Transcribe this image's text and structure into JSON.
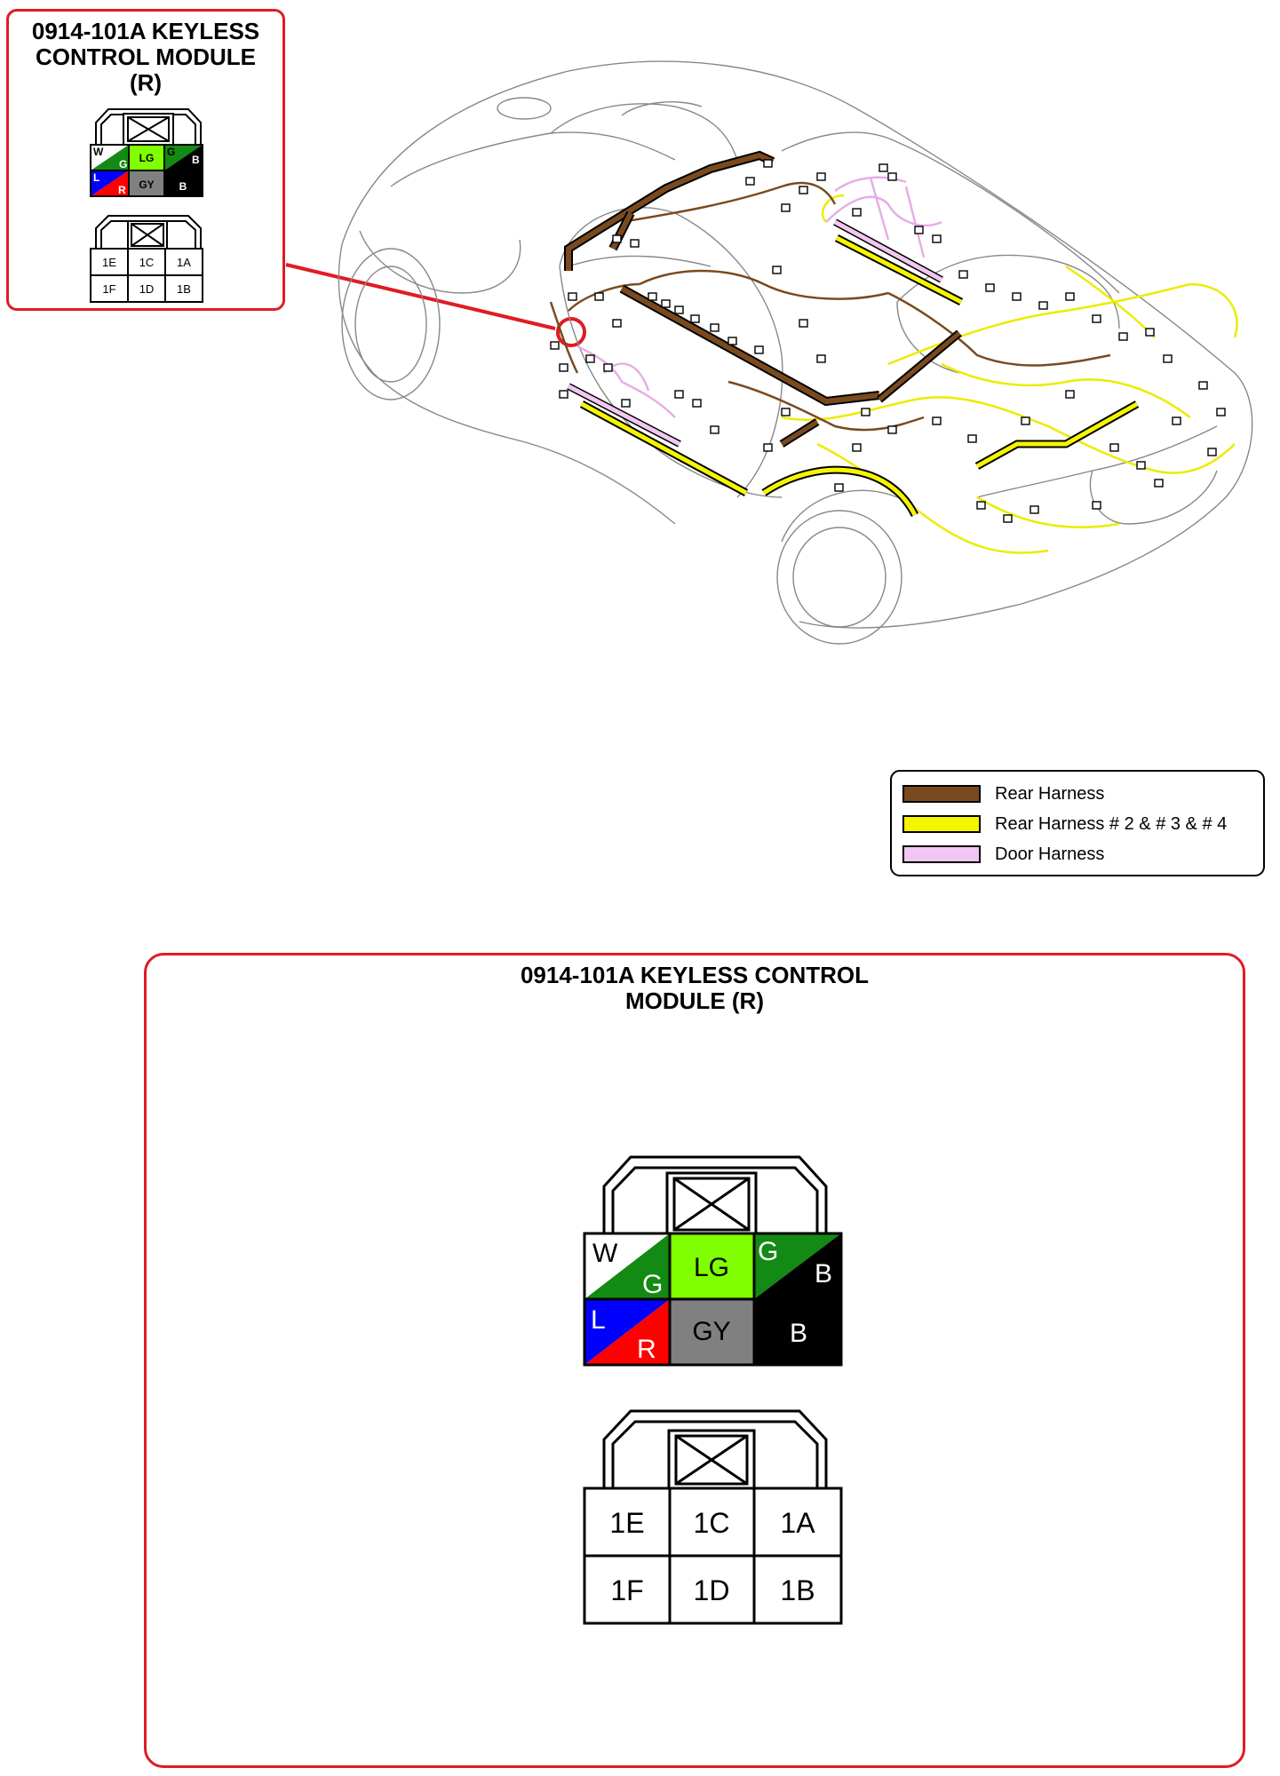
{
  "connector": {
    "title_small": [
      "0914-101A KEYLESS",
      "CONTROL MODULE",
      "(R)"
    ],
    "title_large": [
      "0914-101A KEYLESS CONTROL",
      "MODULE (R)"
    ],
    "wire_colors": {
      "top_left_upper": "W",
      "top_left_lower": "G",
      "top_mid": "LG",
      "top_right_upper": "G",
      "top_right_lower": "B",
      "bot_left_upper": "L",
      "bot_left_lower": "R",
      "bot_mid": "GY",
      "bot_right": "B"
    },
    "pins": {
      "top": [
        "1E",
        "1C",
        "1A"
      ],
      "bottom": [
        "1F",
        "1D",
        "1B"
      ]
    }
  },
  "legend": [
    {
      "label": "Rear Harness",
      "color": "#7a4a1e"
    },
    {
      "label": "Rear Harness # 2 & # 3 & # 4",
      "color": "#f5f500"
    },
    {
      "label": "Door Harness",
      "color": "#f2c6f2"
    }
  ],
  "colors": {
    "accent_red": "#e01b24",
    "white": "#ffffff",
    "green": "#138a13",
    "light_green": "#7fff00",
    "blue": "#0000ff",
    "red": "#ff0000",
    "gray": "#808080",
    "black": "#000000"
  }
}
